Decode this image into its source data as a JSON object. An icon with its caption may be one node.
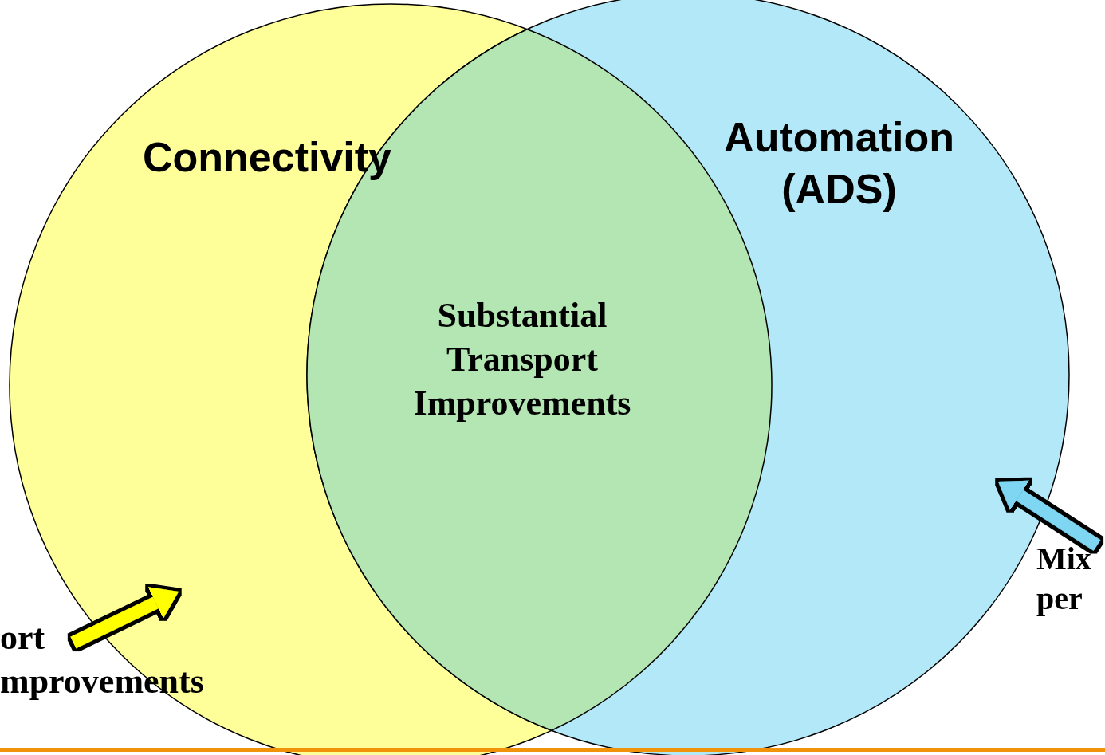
{
  "diagram": {
    "nodes": [
      {
        "text": [
          "Connectivity"
        ]
      },
      {
        "text": [
          "Automation (ADS)"
        ]
      },
      {
        "text": [
          "Substantial Transport Improvements"
        ]
      },
      {
        "text": [
          "ort mprovements"
        ]
      },
      {
        "text": [
          "Mix per"
        ]
      }
    ],
    "edges": [
      {
        "from": 3,
        "to": 0,
        "arrow": "to",
        "color": "#ffff00"
      },
      {
        "from": 4,
        "to": 1,
        "arrow": "to",
        "color": "#7fd6f2"
      }
    ]
  }
}
